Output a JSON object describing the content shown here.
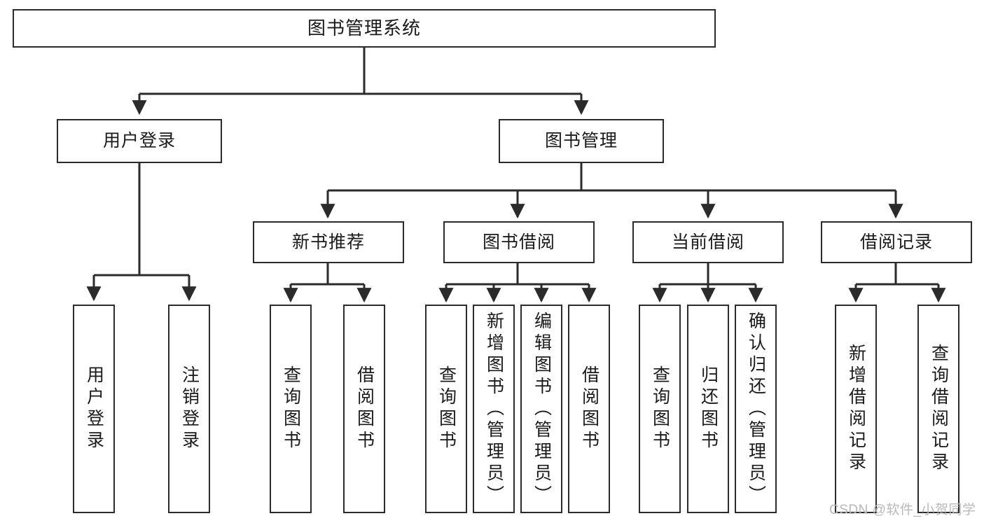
{
  "diagram": {
    "title": "图书管理系统",
    "type": "hierarchy-tree",
    "root": {
      "id": "root",
      "label": "图书管理系统"
    },
    "level2": [
      {
        "id": "user-login",
        "label": "用户登录"
      },
      {
        "id": "book-manage",
        "label": "图书管理"
      }
    ],
    "level3": [
      {
        "id": "new-book-rec",
        "label": "新书推荐"
      },
      {
        "id": "book-borrow",
        "label": "图书借阅"
      },
      {
        "id": "current-borrow",
        "label": "当前借阅"
      },
      {
        "id": "borrow-record",
        "label": "借阅记录"
      }
    ],
    "leaves": {
      "user_login": [
        {
          "id": "leaf-user-login",
          "label": "用户登录"
        },
        {
          "id": "leaf-logout-login",
          "label": "注销登录"
        }
      ],
      "new_book_rec": [
        {
          "id": "leaf-query-book-1",
          "label": "查询图书"
        },
        {
          "id": "leaf-borrow-book-1",
          "label": "借阅图书"
        }
      ],
      "book_borrow": [
        {
          "id": "leaf-query-book-2",
          "label": "查询图书"
        },
        {
          "id": "leaf-add-book",
          "label": "新增图书（管理员）"
        },
        {
          "id": "leaf-edit-book",
          "label": "编辑图书（管理员）"
        },
        {
          "id": "leaf-borrow-book-2",
          "label": "借阅图书"
        }
      ],
      "current_borrow": [
        {
          "id": "leaf-query-book-3",
          "label": "查询图书"
        },
        {
          "id": "leaf-return-book",
          "label": "归还图书"
        },
        {
          "id": "leaf-confirm-return",
          "label": "确认归还（管理员）"
        }
      ],
      "borrow_record": [
        {
          "id": "leaf-add-record",
          "label": "新增借阅记录"
        },
        {
          "id": "leaf-query-record",
          "label": "查询借阅记录"
        }
      ]
    }
  },
  "watermark": {
    "text": "CSDN @软件_小贺同学"
  },
  "colors": {
    "border": "#2b2b2b",
    "background": "#ffffff",
    "text": "#1a1a1a",
    "watermark": "#b9b9b9"
  }
}
